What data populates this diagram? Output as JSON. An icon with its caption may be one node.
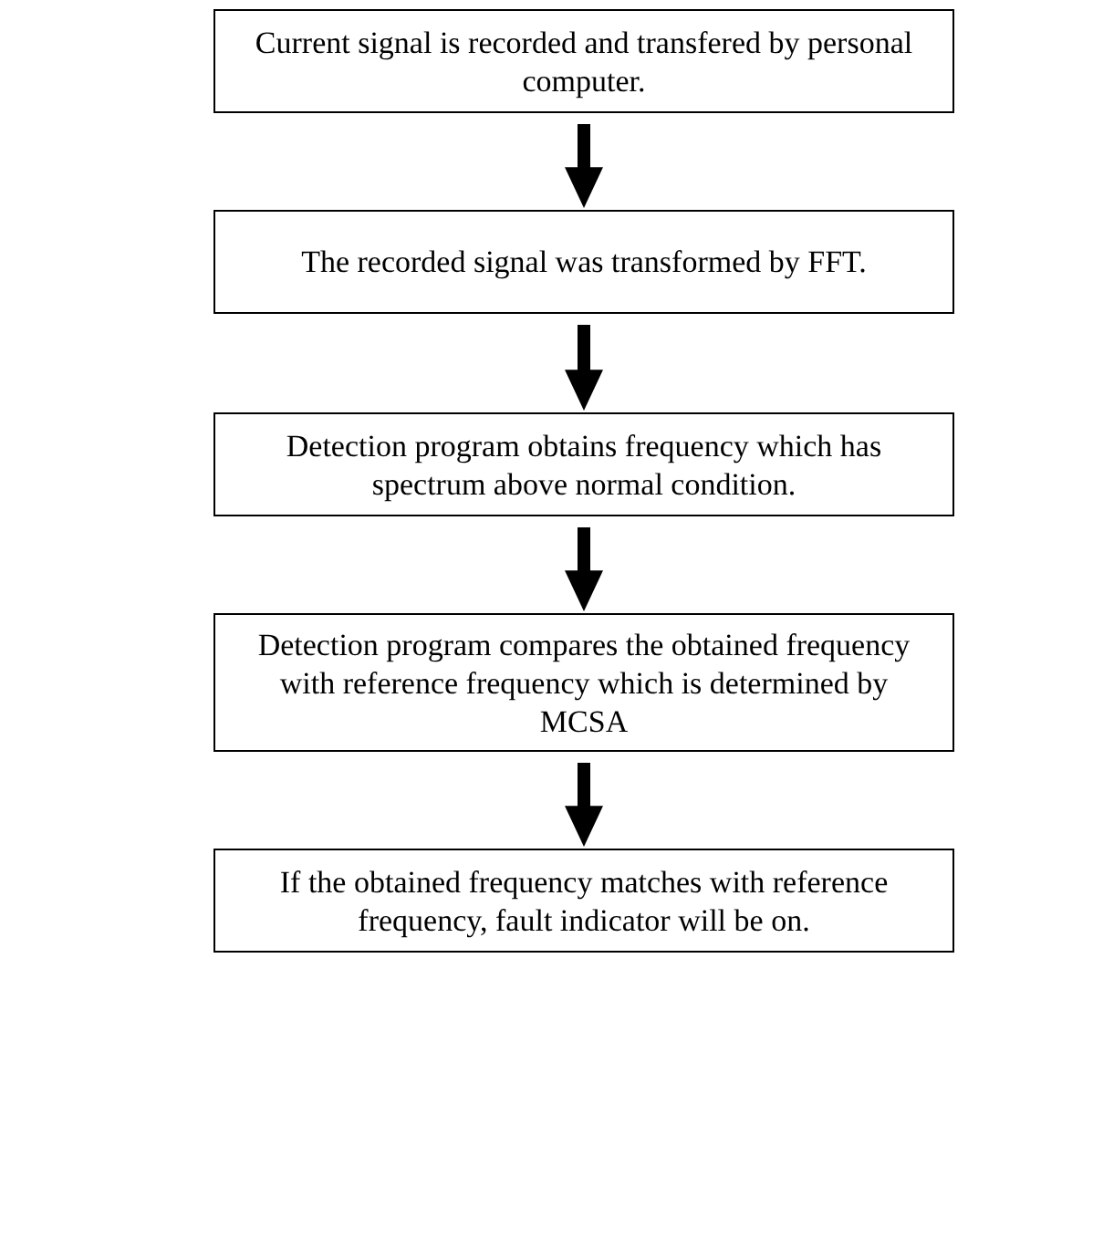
{
  "diagram": {
    "nodes": [
      {
        "text": [
          "Current signal is recorded and transfered by personal computer."
        ]
      },
      {
        "text": [
          "The recorded signal was transformed by FFT."
        ]
      },
      {
        "text": [
          "Detection program obtains frequency which has spectrum above normal condition."
        ]
      },
      {
        "text": [
          "Detection program compares the obtained frequency with reference frequency which is determined by MCSA"
        ]
      },
      {
        "text": [
          "If the obtained frequency matches with reference frequency, fault indicator will be on."
        ]
      }
    ],
    "edges": [
      {
        "from": 0,
        "to": 1,
        "arrow": "to"
      },
      {
        "from": 1,
        "to": 2,
        "arrow": "to"
      },
      {
        "from": 2,
        "to": 3,
        "arrow": "to"
      },
      {
        "from": 3,
        "to": 4,
        "arrow": "to"
      }
    ]
  }
}
